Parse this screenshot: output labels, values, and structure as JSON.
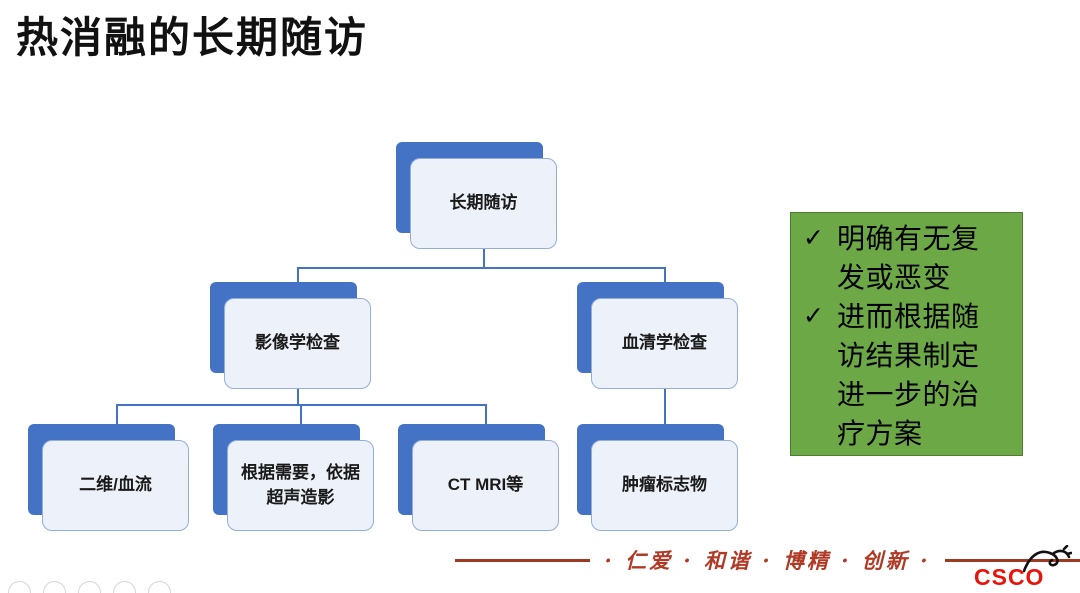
{
  "slide": {
    "title": "热消融的长期随访"
  },
  "diagram": {
    "root": {
      "label": "长期随访"
    },
    "level2": [
      {
        "label": "影像学检查"
      },
      {
        "label": "血清学检查"
      }
    ],
    "level3": [
      {
        "label": "二维/血流"
      },
      {
        "label": "根据需要，依据超声造影"
      },
      {
        "label": "CT MRI等"
      },
      {
        "label": "肿瘤标志物"
      }
    ]
  },
  "callout": {
    "bullet": "✓",
    "items": [
      "明确有无复发或恶变",
      "进而根据随访结果制定进一步的治疗方案"
    ]
  },
  "footer": {
    "motto": "· 仁爱 · 和谐 · 博精 · 创新 ·",
    "logo_text": "CSCO"
  },
  "colors": {
    "node_shadow": "#4472C4",
    "node_face": "#EDF1F9",
    "node_border": "#94AEDC",
    "connector": "#4472C4",
    "callout_bg": "#6CA946",
    "callout_border": "#4E7D33",
    "motto_red": "#B03A26",
    "logo_red": "#E8140C"
  }
}
